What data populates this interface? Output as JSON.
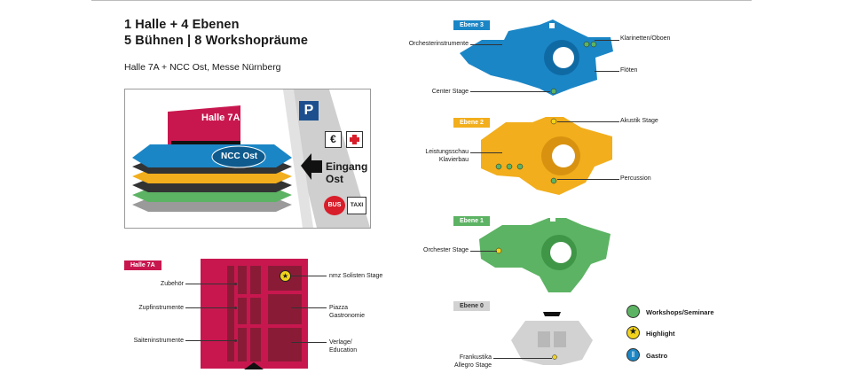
{
  "header": {
    "title_line1": "1 Halle + 4 Ebenen",
    "title_line2": "5 Bühnen | 8 Workshopräume",
    "subtitle": "Halle 7A + NCC Ost, Messe Nürnberg"
  },
  "overview": {
    "hall_label": "Halle 7A",
    "ncc_label": "NCC Ost",
    "parking": "P",
    "atm": "€",
    "entrance_line1": "Eingang",
    "entrance_line2": "Ost",
    "bus": "BUS",
    "taxi": "TAXI",
    "colors": {
      "hall": "#c8174f",
      "blue": "#1b86c6",
      "yellow": "#f2ae1c",
      "green": "#5cb363",
      "grey": "#d0d0d0",
      "road": "#cfcfcf"
    }
  },
  "halle7a": {
    "tag": "Halle 7A",
    "labels_left": [
      "Zubehör",
      "Zupfinstrumente",
      "Saiteninstrumente"
    ],
    "labels_right": [
      "nmz Solisten Stage",
      "Piazza",
      "Gastronomie",
      "Verlage/",
      "Education"
    ]
  },
  "floors": {
    "ebene3": {
      "tag": "Ebene 3",
      "labels_left": [
        "Orchesterinstrumente",
        "Center Stage"
      ],
      "labels_right": [
        "Klarinetten/Oboen",
        "Flöten"
      ],
      "color": "#1b86c6"
    },
    "ebene2": {
      "tag": "Ebene 2",
      "labels_left": [
        "Leistungsschau",
        "Klavierbau"
      ],
      "labels_right": [
        "Akustik Stage",
        "Percussion"
      ],
      "color": "#f2ae1c"
    },
    "ebene1": {
      "tag": "Ebene 1",
      "labels_left": [
        "Orchester Stage"
      ],
      "color": "#5cb363"
    },
    "ebene0": {
      "tag": "Ebene 0",
      "labels_left": [
        "Frankustika",
        "Allegro Stage"
      ],
      "color": "#d2d2d2"
    }
  },
  "legend": {
    "items": [
      {
        "label": "Workshops/Seminare",
        "icon": "workshop-icon",
        "color": "#5cb363"
      },
      {
        "label": "Highlight",
        "icon": "star-icon",
        "color": "#f2d21b"
      },
      {
        "label": "Gastro",
        "icon": "fork-knife-icon",
        "color": "#1b86c6"
      }
    ]
  }
}
